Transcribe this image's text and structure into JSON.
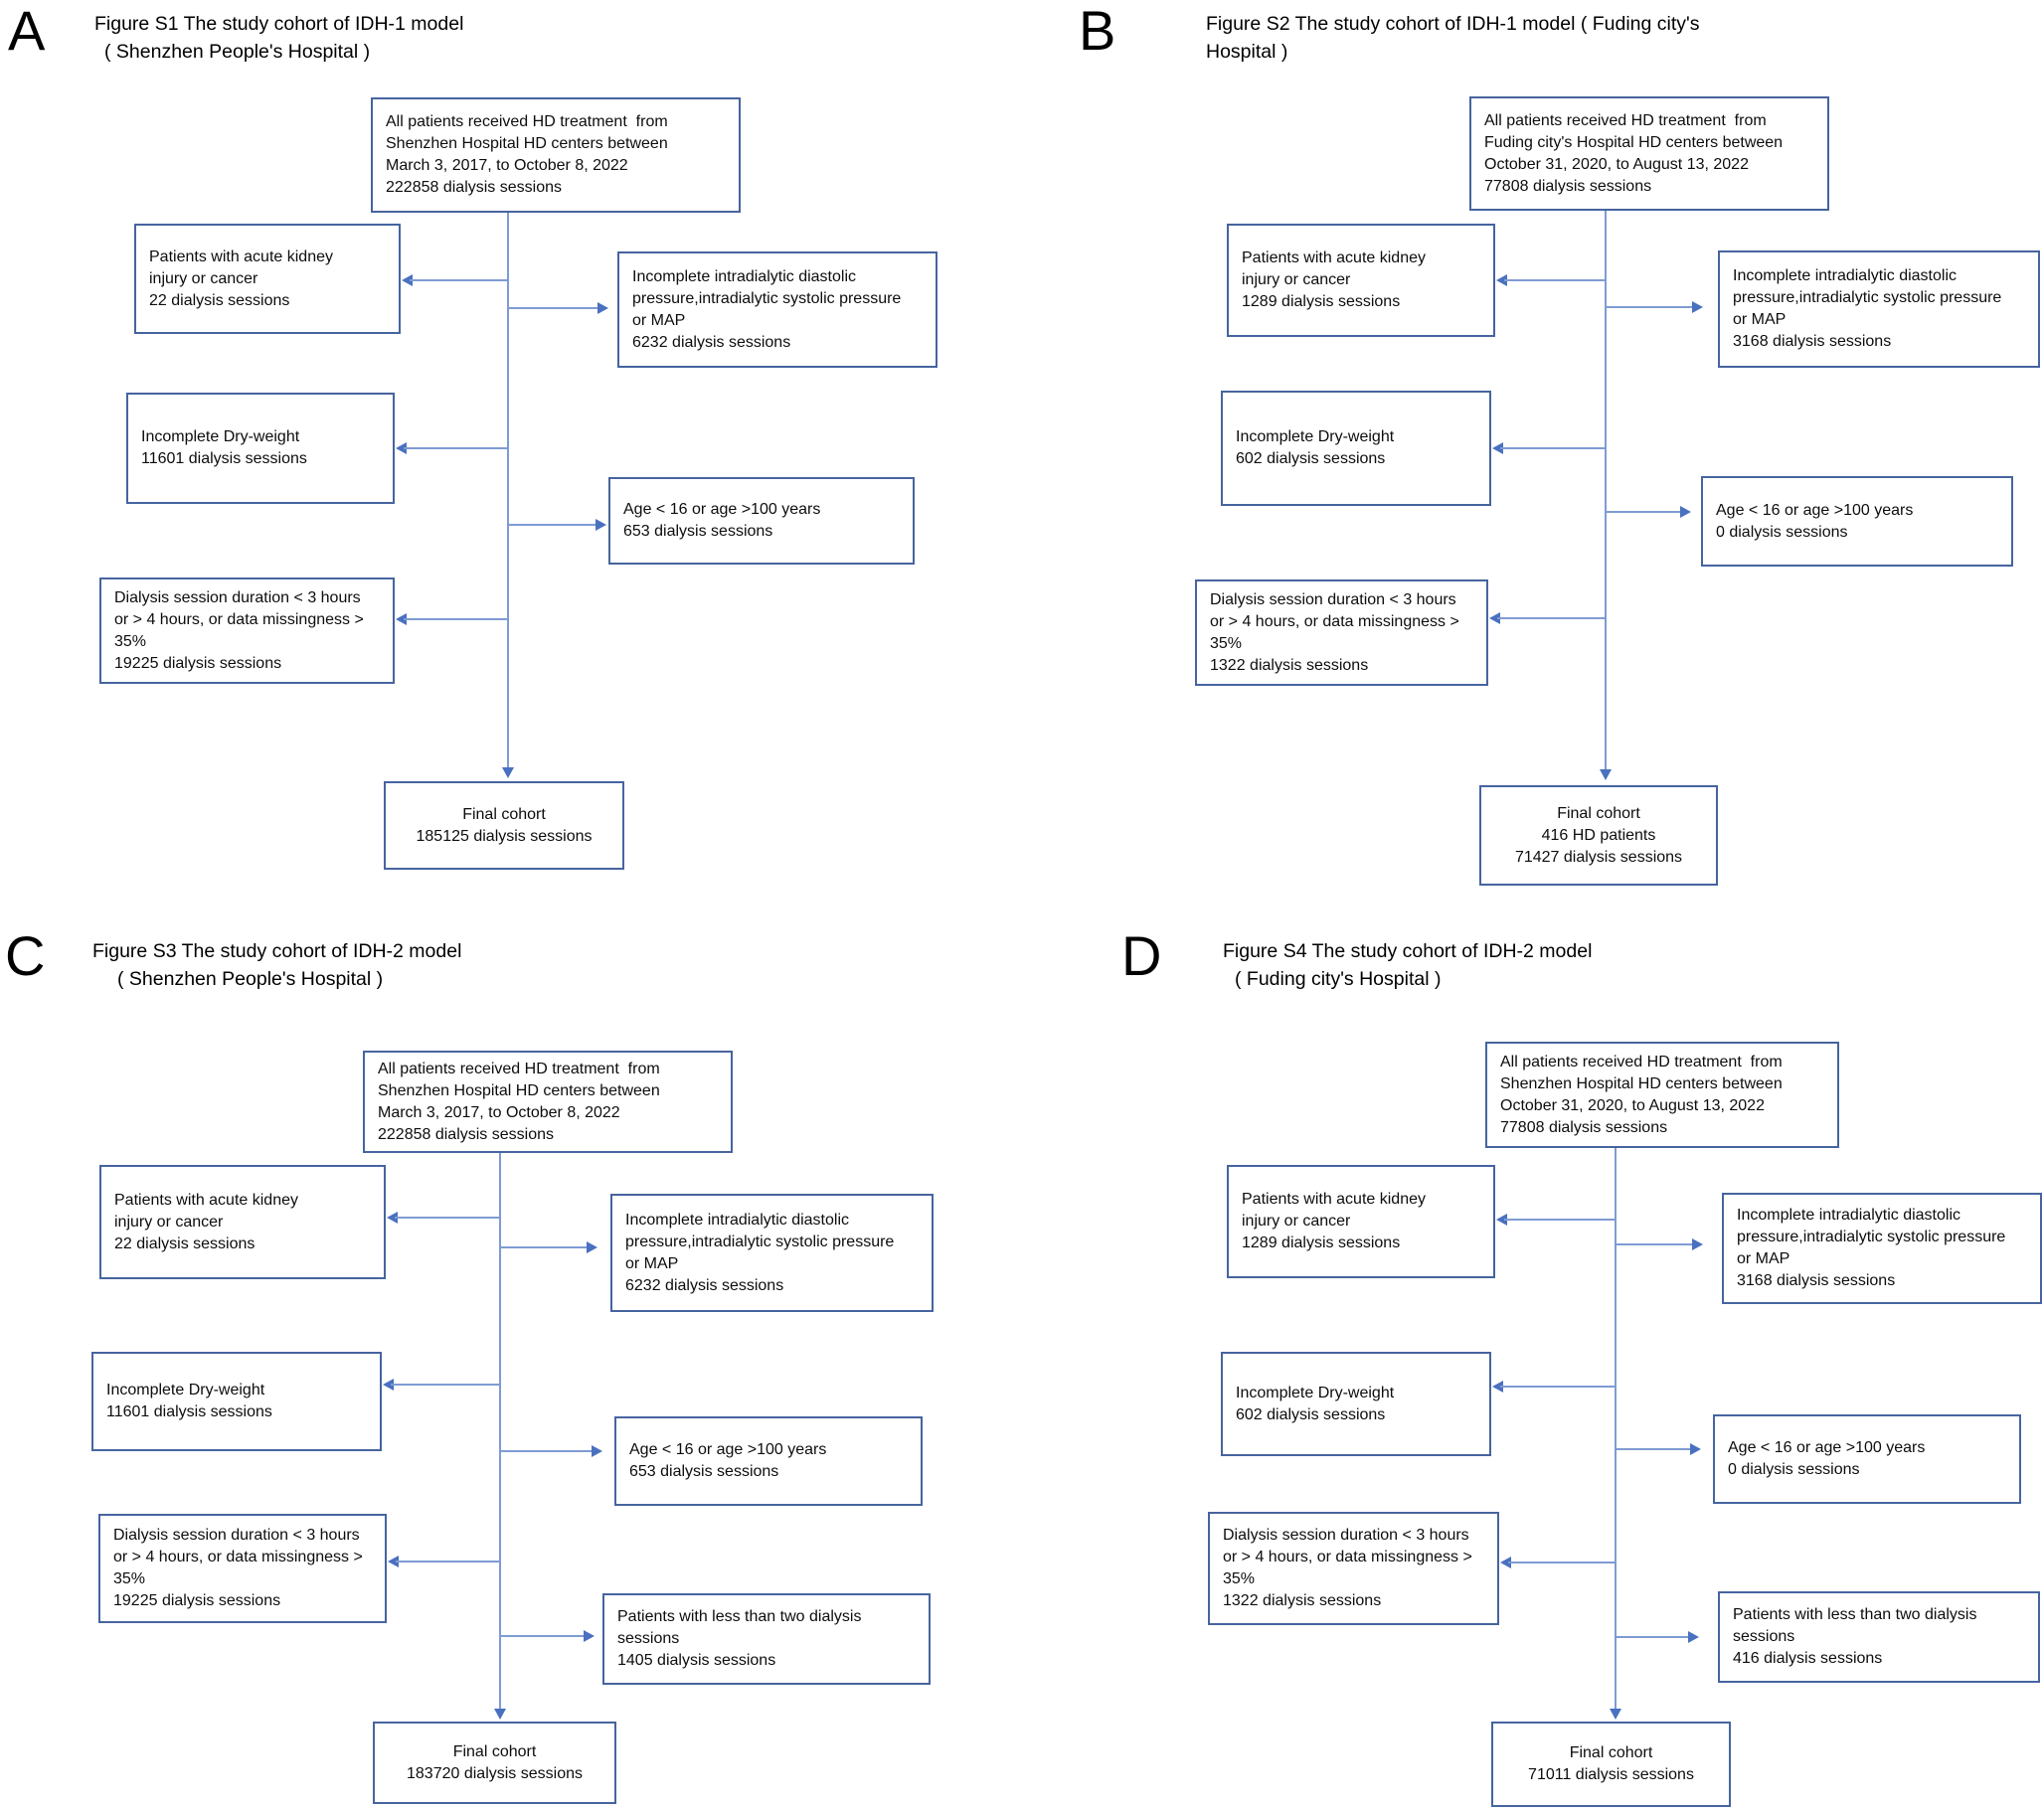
{
  "figure": {
    "accent_border_color": "#46649f",
    "arrow_color": "#4a70c0",
    "panels": {
      "a": {
        "letter": "A",
        "title_line1": "Figure S1 The study cohort of IDH-1 model",
        "title_line2": "( Shenzhen People's Hospital )",
        "boxes": {
          "source": "All patients received HD treatment  from\nShenzhen Hospital HD centers between\nMarch 3, 2017, to October 8, 2022\n222858 dialysis sessions",
          "acute": "Patients with acute kidney\ninjury or cancer\n22 dialysis sessions",
          "pressures": "Incomplete intradialytic diastolic\npressure,intradialytic systolic pressure\nor MAP\n6232 dialysis sessions",
          "dry": "Incomplete Dry-weight\n11601 dialysis sessions",
          "age": "Age < 16 or age >100 years\n653 dialysis sessions",
          "duration": "Dialysis session duration < 3 hours\nor > 4 hours, or data missingness >\n35%\n19225 dialysis sessions",
          "final": "Final cohort\n185125 dialysis sessions"
        }
      },
      "b": {
        "letter": "B",
        "title_line1": "Figure S2 The study cohort of IDH-1 model  ( Fuding city's",
        "title_line2": "Hospital )",
        "boxes": {
          "source": "All patients received HD treatment  from\nFuding city's Hospital HD centers between\nOctober 31, 2020, to August 13, 2022\n77808 dialysis sessions",
          "acute": "Patients with acute kidney\ninjury or cancer\n1289 dialysis sessions",
          "pressures": "Incomplete intradialytic diastolic\npressure,intradialytic systolic pressure\nor MAP\n3168 dialysis sessions",
          "dry": "Incomplete Dry-weight\n602 dialysis sessions",
          "age": "Age < 16 or age >100 years\n0 dialysis sessions",
          "duration": "Dialysis session duration < 3 hours\nor > 4 hours, or data missingness >\n35%\n1322 dialysis sessions",
          "final": "Final cohort\n416 HD patients\n71427 dialysis sessions"
        }
      },
      "c": {
        "letter": "C",
        "title_line1": "Figure S3 The study cohort of IDH-2 model",
        "title_line2": "( Shenzhen People's Hospital )",
        "boxes": {
          "source": "All patients received HD treatment  from\nShenzhen Hospital HD centers between\nMarch 3, 2017, to October 8, 2022\n222858 dialysis sessions",
          "acute": "Patients with acute kidney\ninjury or cancer\n22 dialysis sessions",
          "pressures": "Incomplete intradialytic diastolic\npressure,intradialytic systolic pressure\nor MAP\n6232 dialysis sessions",
          "dry": "Incomplete Dry-weight\n11601 dialysis sessions",
          "age": "Age < 16 or age >100 years\n653 dialysis sessions",
          "duration": "Dialysis session duration < 3 hours\nor > 4 hours, or data missingness >\n35%\n19225 dialysis sessions",
          "few_sessions": "Patients with less than two dialysis\nsessions\n1405 dialysis sessions",
          "final": "Final cohort\n183720 dialysis sessions"
        }
      },
      "d": {
        "letter": "D",
        "title_line1": "Figure S4 The study cohort of IDH-2 model",
        "title_line2": "( Fuding city's Hospital )",
        "boxes": {
          "source": "All patients received HD treatment  from\nShenzhen Hospital HD centers between\nOctober 31, 2020, to August 13, 2022\n77808 dialysis sessions",
          "acute": "Patients with acute kidney\ninjury or cancer\n1289 dialysis sessions",
          "pressures": "Incomplete intradialytic diastolic\npressure,intradialytic systolic pressure\nor MAP\n3168 dialysis sessions",
          "dry": "Incomplete Dry-weight\n602 dialysis sessions",
          "age": "Age < 16 or age >100 years\n0 dialysis sessions",
          "duration": "Dialysis session duration < 3 hours\nor > 4 hours, or data missingness >\n35%\n1322 dialysis sessions",
          "few_sessions": "Patients with less than two dialysis\nsessions\n416 dialysis sessions",
          "final": "Final cohort\n71011 dialysis sessions"
        }
      }
    }
  }
}
